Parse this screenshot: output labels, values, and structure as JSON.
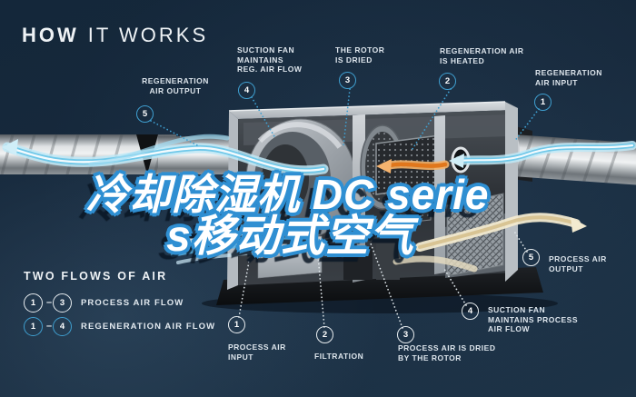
{
  "title": {
    "word_bold": "HOW",
    "word_light": "IT WORKS"
  },
  "watermark": {
    "line1": "冷却除湿机 DC serie",
    "line2": "s移动式空气"
  },
  "colors": {
    "background": "#16293a",
    "accent_blue": "#3f9fd0",
    "label_text": "#dde5ec",
    "stream_cyan": "#7fd0ee",
    "stream_orange": "#e0771c",
    "stream_cream": "#ece3c3"
  },
  "callouts": {
    "regeneration": [
      {
        "num": "5",
        "label": "REGENERATION\nAIR OUTPUT"
      },
      {
        "num": "4",
        "label": "SUCTION FAN\nMAINTAINS\nREG. AIR FLOW"
      },
      {
        "num": "3",
        "label": "THE ROTOR\nIS DRIED"
      },
      {
        "num": "2",
        "label": "REGENERATION AIR\nIS HEATED"
      },
      {
        "num": "1",
        "label": "REGENERATION\nAIR INPUT"
      }
    ],
    "process": [
      {
        "num": "1",
        "label": "PROCESS AIR\nINPUT"
      },
      {
        "num": "2",
        "label": "FILTRATION"
      },
      {
        "num": "3",
        "label": "PROCESS AIR IS DRIED\nBY THE ROTOR"
      },
      {
        "num": "4",
        "label": "SUCTION FAN\nMAINTAINS PROCESS\nAIR FLOW"
      },
      {
        "num": "5",
        "label": "PROCESS AIR\nOUTPUT"
      }
    ]
  },
  "legend": {
    "heading": "TWO FLOWS OF AIR",
    "rows": [
      {
        "from": "1",
        "to": "3",
        "dash": "–",
        "label": "PROCESS AIR FLOW"
      },
      {
        "from": "1",
        "to": "4",
        "dash": "–",
        "label": "REGENERATION AIR FLOW"
      }
    ]
  }
}
